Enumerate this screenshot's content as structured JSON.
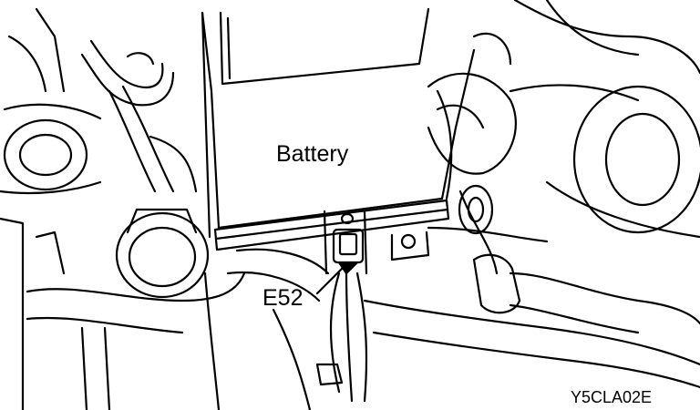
{
  "labels": {
    "battery": "Battery",
    "connector": "E52",
    "figure_code": "Y5CLA02E"
  },
  "colors": {
    "ink": "#000000",
    "paper": "#ffffff"
  }
}
